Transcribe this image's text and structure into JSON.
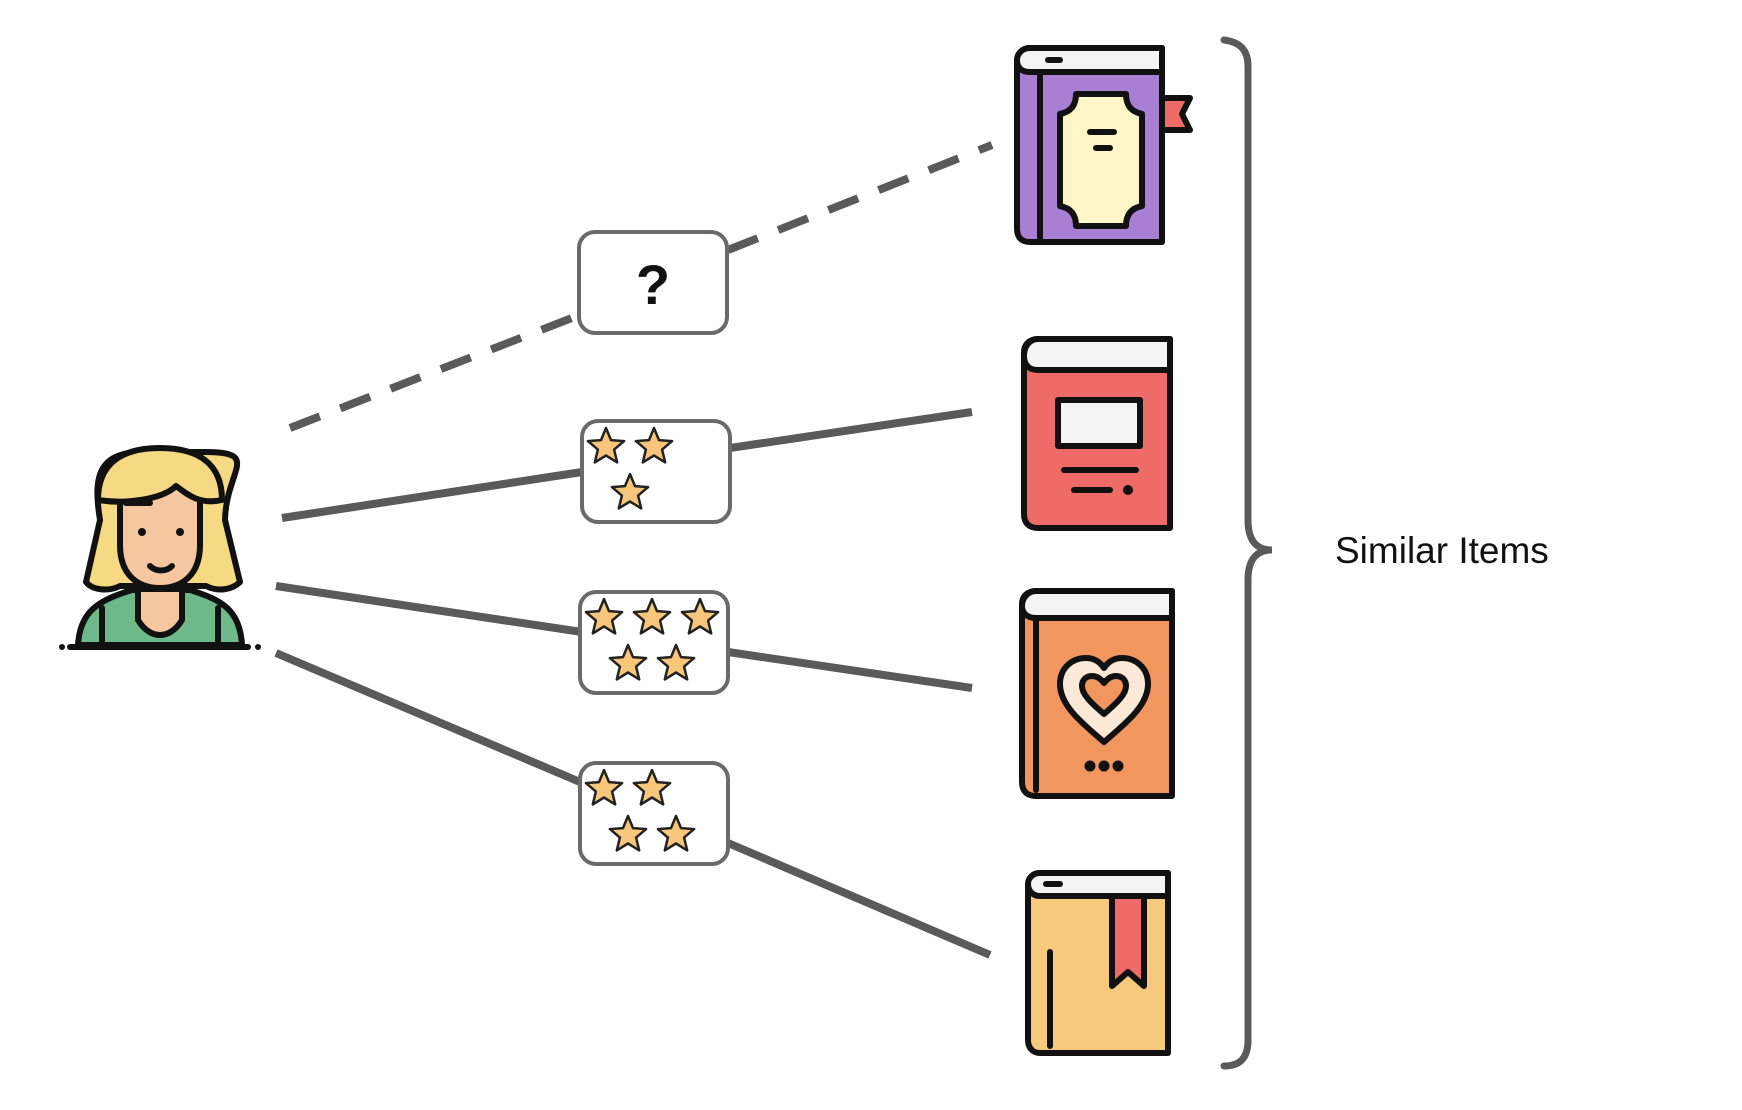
{
  "diagram": {
    "unknown_rating_label": "?",
    "group_label": "Similar Items",
    "colors": {
      "line": "#5a5a5a",
      "star_fill": "#f7c67a",
      "star_stroke": "#222222",
      "outline": "#111111"
    },
    "user": {
      "icon": "user-avatar-icon"
    },
    "ratings": [
      {
        "label": "?",
        "stars": null,
        "line_style": "dashed"
      },
      {
        "stars": 3,
        "line_style": "solid"
      },
      {
        "stars": 5,
        "line_style": "solid"
      },
      {
        "stars": 4,
        "line_style": "solid"
      }
    ],
    "items": [
      {
        "icon": "purple-book-icon",
        "color": "#a97fd4"
      },
      {
        "icon": "red-book-icon",
        "color": "#ee6b67"
      },
      {
        "icon": "orange-heart-book-icon",
        "color": "#f0965e"
      },
      {
        "icon": "yellow-bookmark-book-icon",
        "color": "#f7c97d"
      }
    ]
  }
}
